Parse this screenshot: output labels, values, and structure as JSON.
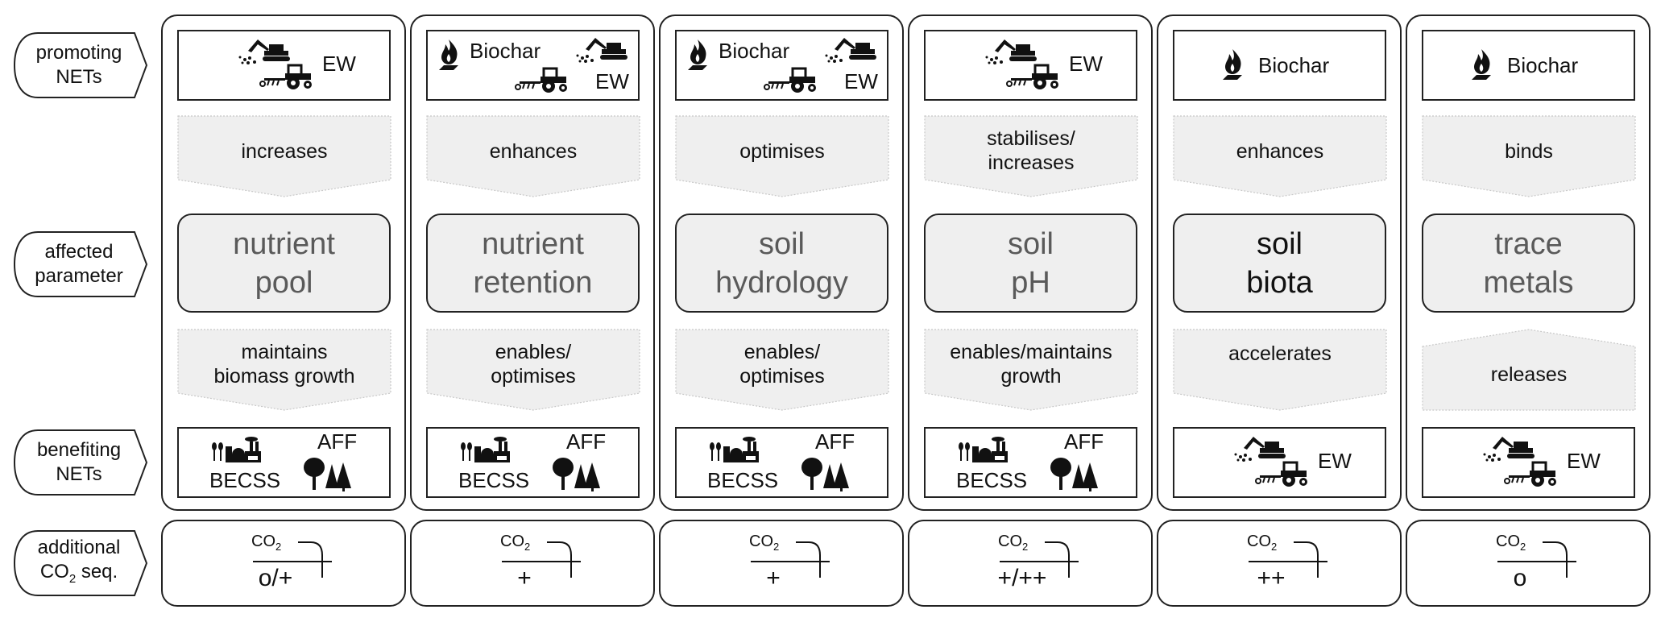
{
  "row_labels": {
    "promoting": [
      "promoting",
      "NETs"
    ],
    "affected": [
      "affected",
      "parameter"
    ],
    "benefiting": [
      "benefiting",
      "NETs"
    ],
    "additional": [
      "additional",
      "CO",
      "2",
      " seq."
    ]
  },
  "co2_label": {
    "main": "CO",
    "sub": "2"
  },
  "colors": {
    "arrow_fill": "#efefef",
    "param_fill": "#efefef",
    "param_text": "#5a5a5a",
    "border": "#222222"
  },
  "columns": [
    {
      "promoting": {
        "layout": "ew",
        "labels": [
          "EW"
        ]
      },
      "verb1": [
        "increases"
      ],
      "parameter": [
        "nutrient",
        "pool"
      ],
      "param_dark": false,
      "verb2": [
        "maintains",
        "biomass growth"
      ],
      "verb2_dir": "down",
      "benefiting": {
        "layout": "becss_aff",
        "labels": [
          "BECSS",
          "AFF"
        ]
      },
      "co2_value": "o/+"
    },
    {
      "promoting": {
        "layout": "biochar_ew",
        "labels": [
          "Biochar",
          "EW"
        ]
      },
      "verb1": [
        "enhances"
      ],
      "parameter": [
        "nutrient",
        "retention"
      ],
      "param_dark": false,
      "verb2": [
        "enables/",
        "optimises"
      ],
      "verb2_dir": "down",
      "benefiting": {
        "layout": "becss_aff",
        "labels": [
          "BECSS",
          "AFF"
        ]
      },
      "co2_value": "+"
    },
    {
      "promoting": {
        "layout": "biochar_ew",
        "labels": [
          "Biochar",
          "EW"
        ]
      },
      "verb1": [
        "optimises"
      ],
      "parameter": [
        "soil",
        "hydrology"
      ],
      "param_dark": false,
      "verb2": [
        "enables/",
        "optimises"
      ],
      "verb2_dir": "down",
      "benefiting": {
        "layout": "becss_aff",
        "labels": [
          "BECSS",
          "AFF"
        ]
      },
      "co2_value": "+"
    },
    {
      "promoting": {
        "layout": "ew",
        "labels": [
          "EW"
        ]
      },
      "verb1": [
        "stabilises/",
        "increases"
      ],
      "parameter": [
        "soil",
        "pH"
      ],
      "param_dark": false,
      "verb2": [
        "enables/maintains",
        "growth"
      ],
      "verb2_dir": "down",
      "benefiting": {
        "layout": "becss_aff",
        "labels": [
          "BECSS",
          "AFF"
        ]
      },
      "co2_value": "+/++"
    },
    {
      "promoting": {
        "layout": "biochar",
        "labels": [
          "Biochar"
        ]
      },
      "verb1": [
        "enhances"
      ],
      "parameter": [
        "soil",
        "biota"
      ],
      "param_dark": true,
      "verb2": [
        "accelerates"
      ],
      "verb2_dir": "down",
      "benefiting": {
        "layout": "ew",
        "labels": [
          "EW"
        ]
      },
      "co2_value": "++"
    },
    {
      "promoting": {
        "layout": "biochar",
        "labels": [
          "Biochar"
        ]
      },
      "verb1": [
        "binds"
      ],
      "parameter": [
        "trace",
        "metals"
      ],
      "param_dark": false,
      "verb2": [
        "releases"
      ],
      "verb2_dir": "up",
      "benefiting": {
        "layout": "ew",
        "labels": [
          "EW"
        ]
      },
      "co2_value": "o"
    }
  ]
}
